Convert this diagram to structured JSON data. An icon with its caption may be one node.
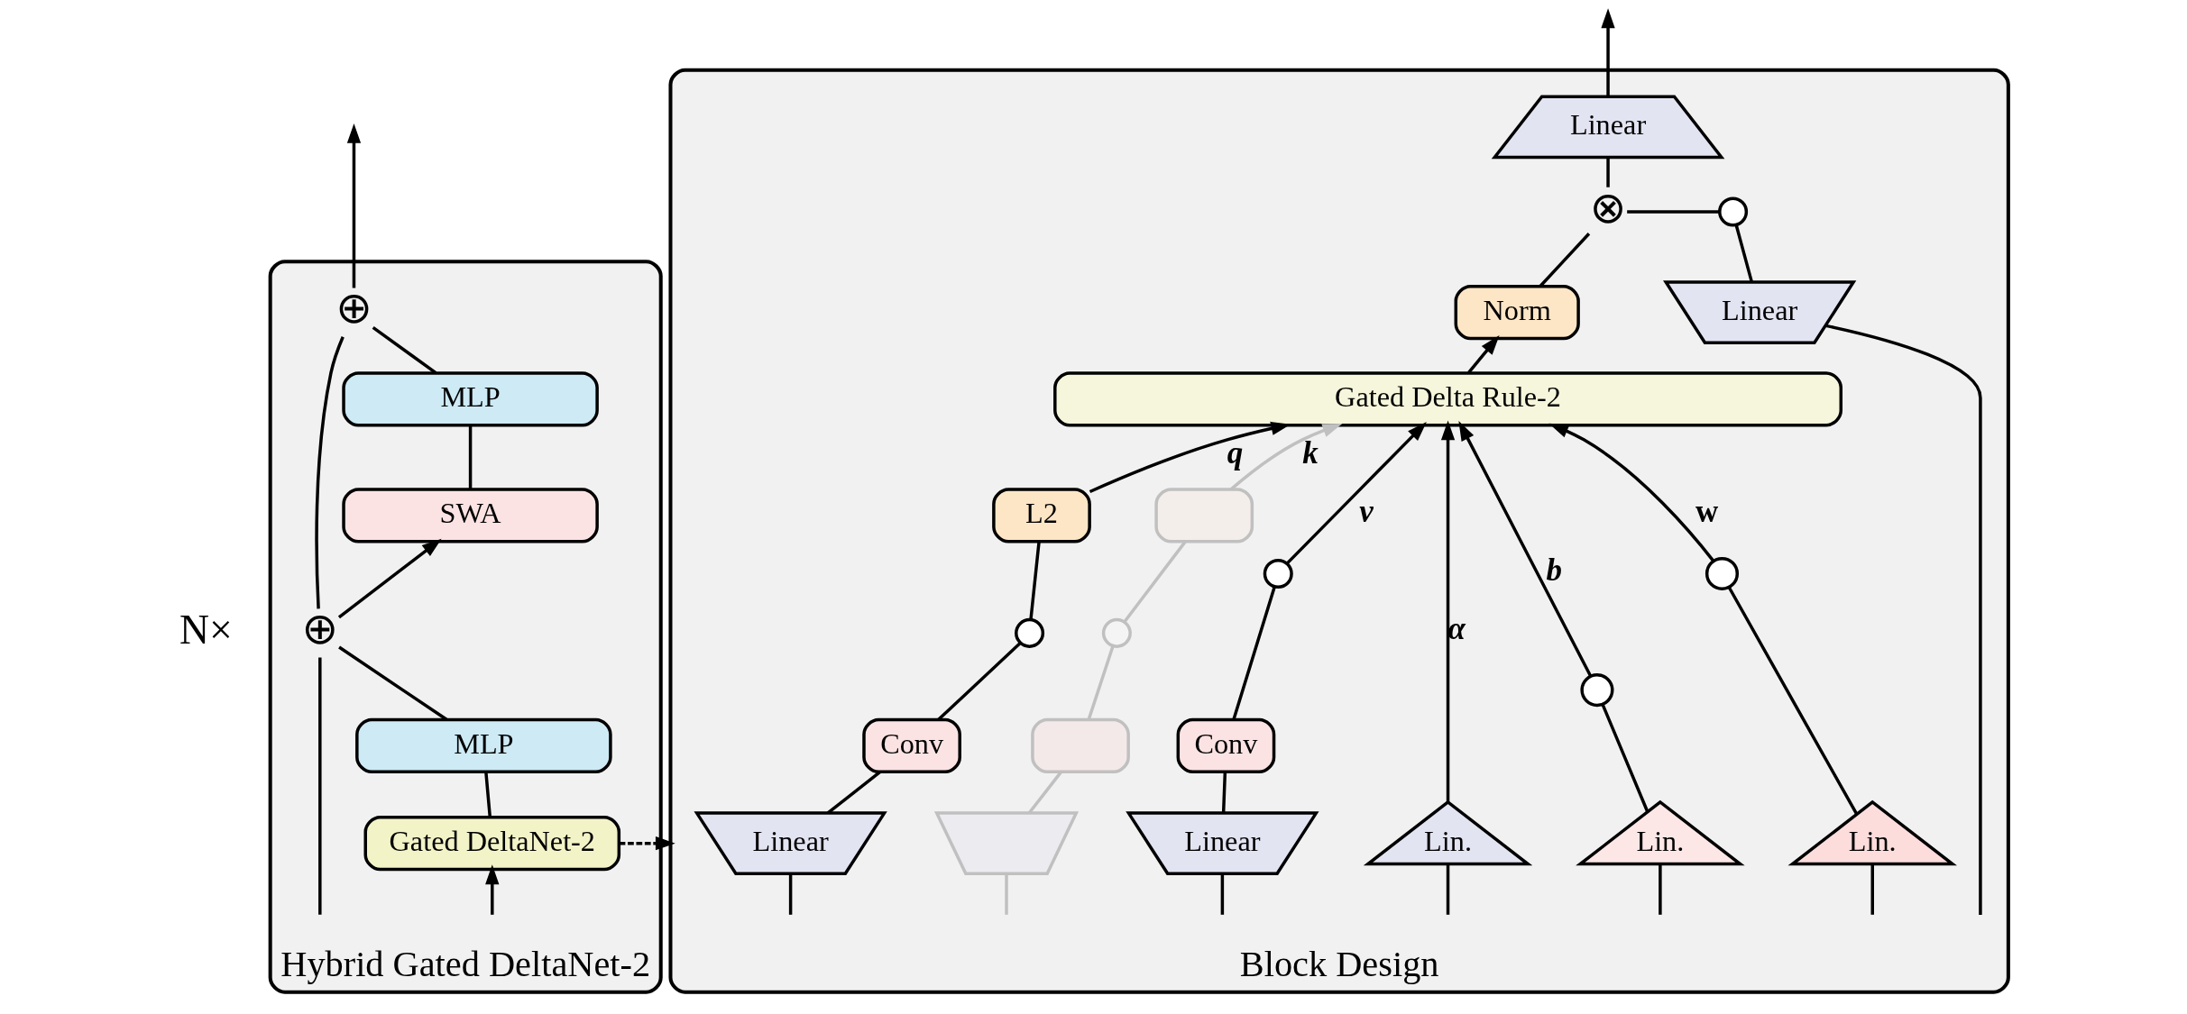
{
  "diagram": {
    "nodes": [
      {
        "text": [
          "Hybrid Gated DeltaNet-2"
        ],
        "beside": [
          "N×"
        ]
      },
      {
        "text": [
          "⊕"
        ],
        "in": 0
      },
      {
        "text": [
          "MLP"
        ],
        "in": 0
      },
      {
        "text": [
          "SWA"
        ],
        "in": 0
      },
      {
        "text": [
          "⊕"
        ],
        "in": 0
      },
      {
        "text": [
          "MLP"
        ],
        "in": 0
      },
      {
        "text": [
          "Gated DeltaNet-2"
        ],
        "in": 0
      },
      {
        "text": [
          "Block Design"
        ]
      },
      {
        "text": [
          "Linear"
        ],
        "in": 7
      },
      {
        "text": [
          "⊗"
        ],
        "in": 7
      },
      {
        "text": [],
        "shape": "circle",
        "in": 7
      },
      {
        "text": [
          "Norm"
        ],
        "in": 7
      },
      {
        "text": [
          "Linear"
        ],
        "in": 7
      },
      {
        "text": [
          "Gated Delta Rule-2"
        ],
        "in": 7
      },
      {
        "text": [
          "L2"
        ],
        "in": 7
      },
      {
        "text": [],
        "shape": "box",
        "in": 7
      },
      {
        "text": [],
        "shape": "circle",
        "in": 7
      },
      {
        "text": [],
        "shape": "circle",
        "in": 7
      },
      {
        "text": [],
        "shape": "circle",
        "in": 7
      },
      {
        "text": [
          "Conv"
        ],
        "in": 7
      },
      {
        "text": [],
        "shape": "box",
        "in": 7
      },
      {
        "text": [
          "Conv"
        ],
        "in": 7
      },
      {
        "text": [],
        "shape": "circle",
        "in": 7
      },
      {
        "text": [],
        "shape": "circle",
        "in": 7
      },
      {
        "text": [
          "Linear"
        ],
        "in": 7
      },
      {
        "text": [],
        "shape": "trapezoid",
        "in": 7
      },
      {
        "text": [
          "Linear"
        ],
        "in": 7
      },
      {
        "text": [
          "Lin."
        ],
        "in": 7
      },
      {
        "text": [
          "Lin."
        ],
        "in": 7
      },
      {
        "text": [
          "Lin."
        ],
        "in": 7
      }
    ],
    "edges": [
      {
        "from": null,
        "to": 6,
        "arrow": "to"
      },
      {
        "from": null,
        "to": 4,
        "arrow": "none"
      },
      {
        "from": 6,
        "to": 5,
        "arrow": "none"
      },
      {
        "from": 5,
        "to": 4,
        "arrow": "none"
      },
      {
        "from": 4,
        "to": 3,
        "arrow": "to"
      },
      {
        "from": 4,
        "to": 1,
        "arrow": "none"
      },
      {
        "from": 3,
        "to": 2,
        "arrow": "none"
      },
      {
        "from": 2,
        "to": 1,
        "arrow": "none"
      },
      {
        "from": 1,
        "to": null,
        "arrow": "to"
      },
      {
        "from": 6,
        "to": 7,
        "arrow": "to",
        "style": "dashed"
      },
      {
        "from": null,
        "to": 24,
        "arrow": "none"
      },
      {
        "from": null,
        "to": 25,
        "arrow": "none",
        "color": "#c0c0c0"
      },
      {
        "from": null,
        "to": 26,
        "arrow": "none"
      },
      {
        "from": null,
        "to": 27,
        "arrow": "none"
      },
      {
        "from": null,
        "to": 28,
        "arrow": "none"
      },
      {
        "from": null,
        "to": 29,
        "arrow": "none"
      },
      {
        "from": null,
        "to": 12,
        "arrow": "none"
      },
      {
        "from": 24,
        "to": 19,
        "arrow": "none"
      },
      {
        "from": 19,
        "to": 16,
        "arrow": "none"
      },
      {
        "from": 16,
        "to": 14,
        "arrow": "none"
      },
      {
        "from": 14,
        "to": 13,
        "arrow": "to",
        "label": "q"
      },
      {
        "from": 25,
        "to": 20,
        "arrow": "none",
        "color": "#c0c0c0"
      },
      {
        "from": 20,
        "to": 17,
        "arrow": "none",
        "color": "#c0c0c0"
      },
      {
        "from": 17,
        "to": 15,
        "arrow": "none",
        "color": "#c0c0c0"
      },
      {
        "from": 15,
        "to": 13,
        "arrow": "to",
        "label": "k",
        "color": "#c0c0c0"
      },
      {
        "from": 26,
        "to": 21,
        "arrow": "none"
      },
      {
        "from": 21,
        "to": 18,
        "arrow": "none"
      },
      {
        "from": 18,
        "to": 13,
        "arrow": "to",
        "label": "v"
      },
      {
        "from": 27,
        "to": 13,
        "arrow": "to",
        "label": "α"
      },
      {
        "from": 28,
        "to": 22,
        "arrow": "none"
      },
      {
        "from": 22,
        "to": 13,
        "arrow": "to",
        "label": "b"
      },
      {
        "from": 29,
        "to": 23,
        "arrow": "none"
      },
      {
        "from": 23,
        "to": 13,
        "arrow": "to",
        "label": "w"
      },
      {
        "from": 13,
        "to": 11,
        "arrow": "to"
      },
      {
        "from": 11,
        "to": 9,
        "arrow": "none"
      },
      {
        "from": 12,
        "to": 10,
        "arrow": "none"
      },
      {
        "from": 10,
        "to": 9,
        "arrow": "none"
      },
      {
        "from": 9,
        "to": 8,
        "arrow": "none"
      },
      {
        "from": 8,
        "to": null,
        "arrow": "to"
      }
    ]
  }
}
